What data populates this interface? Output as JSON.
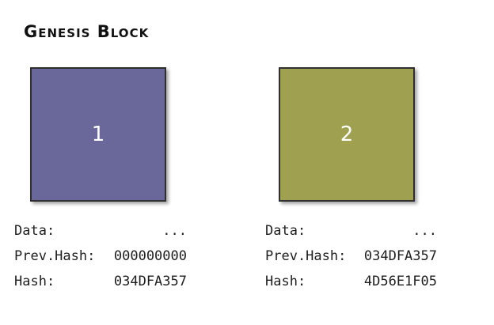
{
  "heading": "Genesis Block",
  "colors": {
    "block_1": "#6a679a",
    "block_2": "#9fa150",
    "text": "#1e1e1e"
  },
  "blocks": [
    {
      "number": "1",
      "rows": [
        {
          "label": "Data:",
          "value": "..."
        },
        {
          "label": "Prev.Hash:",
          "value": "000000000"
        },
        {
          "label": "Hash:",
          "value": "034DFA357"
        }
      ]
    },
    {
      "number": "2",
      "rows": [
        {
          "label": "Data:",
          "value": "..."
        },
        {
          "label": "Prev.Hash:",
          "value": "034DFA357"
        },
        {
          "label": "Hash:",
          "value": "4D56E1F05"
        }
      ]
    }
  ]
}
